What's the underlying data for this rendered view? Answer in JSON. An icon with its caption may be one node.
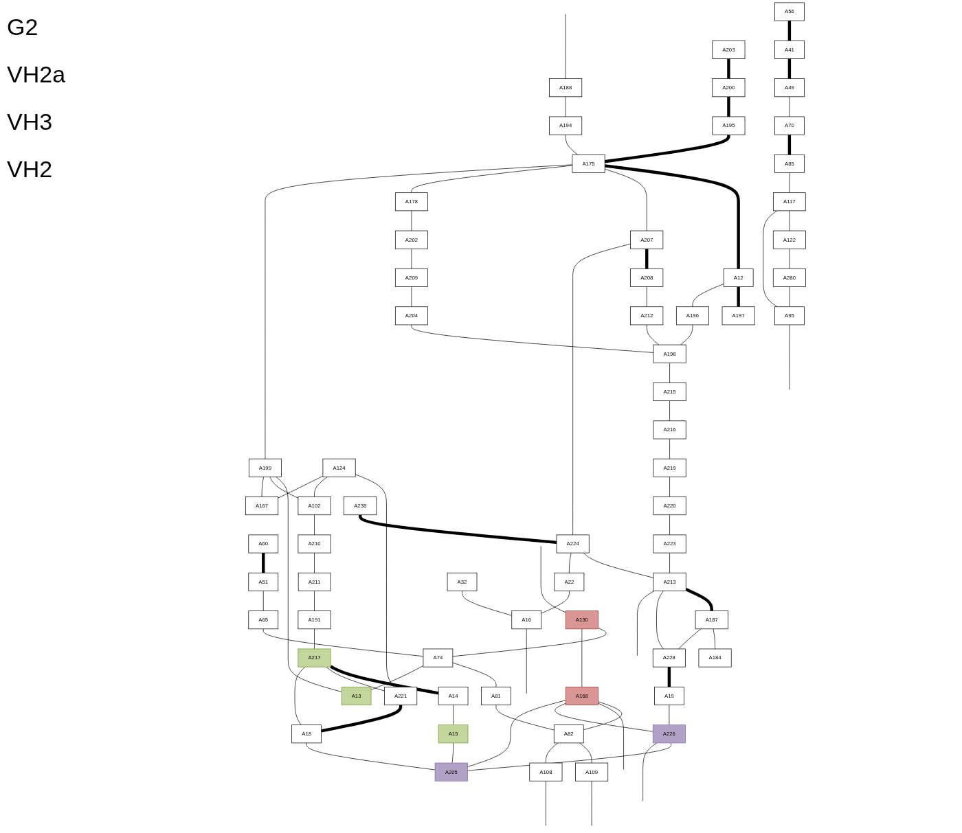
{
  "diagram": {
    "nodes": [
      {
        "text": [
          "A56"
        ]
      },
      {
        "text": [
          "A41"
        ]
      },
      {
        "text": [
          "A49"
        ]
      },
      {
        "text": [
          "A60"
        ]
      },
      {
        "text": [
          "A51"
        ]
      },
      {
        "text": [
          "A70"
        ]
      },
      {
        "text": [
          "A85"
        ]
      },
      {
        "text": [
          "A117"
        ]
      },
      {
        "text": [
          "A122"
        ]
      },
      {
        "text": [
          "A280"
        ]
      },
      {
        "text": [
          "A95"
        ]
      },
      {
        "text": [
          "A65"
        ]
      },
      {
        "text": [
          "A130"
        ]
      },
      {
        "text": [
          "A74"
        ]
      },
      {
        "text": [
          "A168"
        ]
      },
      {
        "text": [
          "A81"
        ]
      },
      {
        "text": [
          "A82"
        ]
      },
      {
        "text": [
          "A109"
        ]
      },
      {
        "text": [
          "A108"
        ]
      },
      {
        "text": [
          "A188"
        ]
      },
      {
        "text": [
          "A194"
        ]
      },
      {
        "text": [
          "A203"
        ]
      },
      {
        "text": [
          "A200"
        ]
      },
      {
        "text": [
          "A195"
        ]
      },
      {
        "text": [
          "A175"
        ]
      },
      {
        "text": [
          "A12"
        ]
      },
      {
        "text": [
          "A197"
        ]
      },
      {
        "text": [
          "A178"
        ]
      },
      {
        "text": [
          "A199"
        ]
      },
      {
        "text": [
          "A13"
        ]
      },
      {
        "text": [
          "A124"
        ]
      },
      {
        "text": [
          "A202"
        ]
      },
      {
        "text": [
          "A209"
        ]
      },
      {
        "text": [
          "A196"
        ]
      },
      {
        "text": [
          "A207"
        ]
      },
      {
        "text": [
          "A208"
        ]
      },
      {
        "text": [
          "A212"
        ]
      },
      {
        "text": [
          "A204"
        ]
      },
      {
        "text": [
          "A102"
        ]
      },
      {
        "text": [
          "A167"
        ]
      },
      {
        "text": [
          "A210"
        ]
      },
      {
        "text": [
          "A198"
        ]
      },
      {
        "text": [
          "A215"
        ]
      },
      {
        "text": [
          "A216"
        ]
      },
      {
        "text": [
          "A211"
        ]
      },
      {
        "text": [
          "A219"
        ]
      },
      {
        "text": [
          "A191"
        ]
      },
      {
        "text": [
          "A217"
        ]
      },
      {
        "text": [
          "A14"
        ]
      },
      {
        "text": [
          "A220"
        ]
      },
      {
        "text": [
          "A15"
        ]
      },
      {
        "text": [
          "A223"
        ]
      },
      {
        "text": [
          "A221"
        ]
      },
      {
        "text": [
          "A18"
        ]
      },
      {
        "text": [
          "A235"
        ]
      },
      {
        "text": [
          "A224"
        ]
      },
      {
        "text": [
          "A213"
        ]
      },
      {
        "text": [
          "A187"
        ]
      },
      {
        "text": [
          "A184"
        ]
      },
      {
        "text": [
          "A22"
        ]
      },
      {
        "text": [
          "A32"
        ]
      },
      {
        "text": [
          "A16"
        ]
      },
      {
        "text": [
          "A228"
        ]
      },
      {
        "text": [
          "A19"
        ]
      },
      {
        "text": [
          "A226"
        ]
      },
      {
        "text": [
          "A205"
        ]
      }
    ],
    "edges": [
      {
        "from": 0,
        "to": 1,
        "arrow": "none",
        "style": "thick"
      },
      {
        "from": 1,
        "to": 2,
        "arrow": "none",
        "style": "thick"
      },
      {
        "from": 3,
        "to": 4,
        "arrow": "none",
        "style": "thick"
      },
      {
        "from": 2,
        "to": 5,
        "arrow": "none"
      },
      {
        "from": 5,
        "to": 6,
        "arrow": "none",
        "style": "thick"
      },
      {
        "from": 6,
        "to": 7,
        "arrow": "none"
      },
      {
        "from": 7,
        "to": 8,
        "arrow": "none"
      },
      {
        "from": 8,
        "to": 9,
        "arrow": "none"
      },
      {
        "from": 7,
        "to": 10,
        "arrow": "none"
      },
      {
        "from": 9,
        "to": 10,
        "arrow": "none"
      },
      {
        "from": 4,
        "to": 11,
        "arrow": "none"
      },
      {
        "from": null,
        "to": 12,
        "arrow": "none"
      },
      {
        "from": 11,
        "to": 13,
        "arrow": "none"
      },
      {
        "from": 12,
        "to": 13,
        "arrow": "none"
      },
      {
        "from": 12,
        "to": 14,
        "arrow": "none"
      },
      {
        "from": 13,
        "to": 15,
        "arrow": "none"
      },
      {
        "from": 15,
        "to": 16,
        "arrow": "none"
      },
      {
        "from": 16,
        "to": 17,
        "arrow": "none"
      },
      {
        "from": 16,
        "to": 18,
        "arrow": "none"
      },
      {
        "from": 14,
        "to": 16,
        "arrow": "none"
      },
      {
        "from": 10,
        "to": null,
        "arrow": "none"
      },
      {
        "from": 17,
        "to": null,
        "arrow": "none"
      },
      {
        "from": 18,
        "to": null,
        "arrow": "none"
      },
      {
        "from": 14,
        "to": null,
        "arrow": "none"
      },
      {
        "from": 13,
        "to": 29,
        "arrow": "none"
      },
      {
        "from": 14,
        "to": 64,
        "arrow": "none"
      },
      {
        "from": 14,
        "to": 65,
        "arrow": "none"
      },
      {
        "from": null,
        "to": 19,
        "arrow": "none"
      },
      {
        "from": 19,
        "to": 20,
        "arrow": "none"
      },
      {
        "from": 20,
        "to": 24,
        "arrow": "none"
      },
      {
        "from": 21,
        "to": 22,
        "arrow": "none",
        "style": "thick"
      },
      {
        "from": 22,
        "to": 23,
        "arrow": "none",
        "style": "thick"
      },
      {
        "from": 23,
        "to": 24,
        "arrow": "none",
        "style": "thick"
      },
      {
        "from": 24,
        "to": 25,
        "arrow": "none",
        "style": "thick"
      },
      {
        "from": 25,
        "to": 26,
        "arrow": "none",
        "style": "thick"
      },
      {
        "from": 24,
        "to": 34,
        "arrow": "none"
      },
      {
        "from": 24,
        "to": 27,
        "arrow": "none"
      },
      {
        "from": 24,
        "to": 28,
        "arrow": "none"
      },
      {
        "from": 25,
        "to": 33,
        "arrow": "none"
      },
      {
        "from": 28,
        "to": 29,
        "arrow": "none"
      },
      {
        "from": 30,
        "to": 52,
        "arrow": "none"
      },
      {
        "from": 28,
        "to": 38,
        "arrow": "none"
      },
      {
        "from": 28,
        "to": 39,
        "arrow": "none"
      },
      {
        "from": 30,
        "to": 38,
        "arrow": "none"
      },
      {
        "from": 30,
        "to": 39,
        "arrow": "none"
      },
      {
        "from": 27,
        "to": 31,
        "arrow": "none"
      },
      {
        "from": 31,
        "to": 32,
        "arrow": "none"
      },
      {
        "from": 32,
        "to": 37,
        "arrow": "none"
      },
      {
        "from": 34,
        "to": 35,
        "arrow": "none",
        "style": "thick"
      },
      {
        "from": 35,
        "to": 36,
        "arrow": "none"
      },
      {
        "from": 36,
        "to": 41,
        "arrow": "none"
      },
      {
        "from": 37,
        "to": 41,
        "arrow": "none"
      },
      {
        "from": 33,
        "to": 41,
        "arrow": "none"
      },
      {
        "from": 41,
        "to": 42,
        "arrow": "none"
      },
      {
        "from": 42,
        "to": 43,
        "arrow": "none"
      },
      {
        "from": 43,
        "to": 45,
        "arrow": "none"
      },
      {
        "from": 45,
        "to": 49,
        "arrow": "none"
      },
      {
        "from": 49,
        "to": 51,
        "arrow": "none"
      },
      {
        "from": 51,
        "to": 56,
        "arrow": "none"
      },
      {
        "from": 38,
        "to": 40,
        "arrow": "none"
      },
      {
        "from": 40,
        "to": 44,
        "arrow": "none"
      },
      {
        "from": 44,
        "to": 46,
        "arrow": "none"
      },
      {
        "from": 46,
        "to": 47,
        "arrow": "none"
      },
      {
        "from": 47,
        "to": 48,
        "arrow": "none",
        "style": "thick"
      },
      {
        "from": 48,
        "to": 50,
        "arrow": "none"
      },
      {
        "from": 47,
        "to": 52,
        "arrow": "none"
      },
      {
        "from": 47,
        "to": 53,
        "arrow": "none"
      },
      {
        "from": 52,
        "to": 53,
        "arrow": "none",
        "style": "thick"
      },
      {
        "from": 50,
        "to": 65,
        "arrow": "none"
      },
      {
        "from": 53,
        "to": 65,
        "arrow": "none"
      },
      {
        "from": 34,
        "to": 55,
        "arrow": "none"
      },
      {
        "from": 54,
        "to": 55,
        "arrow": "none",
        "style": "thick"
      },
      {
        "from": 55,
        "to": 56,
        "arrow": "none"
      },
      {
        "from": 56,
        "to": 57,
        "arrow": "none",
        "style": "thick"
      },
      {
        "from": 57,
        "to": 58,
        "arrow": "none"
      },
      {
        "from": 55,
        "to": 59,
        "arrow": "none"
      },
      {
        "from": 59,
        "to": 61,
        "arrow": "none"
      },
      {
        "from": 60,
        "to": 61,
        "arrow": "none"
      },
      {
        "from": 61,
        "to": null,
        "arrow": "none"
      },
      {
        "from": 56,
        "to": 62,
        "arrow": "none"
      },
      {
        "from": 57,
        "to": 62,
        "arrow": "none"
      },
      {
        "from": 56,
        "to": null,
        "arrow": "none"
      },
      {
        "from": 62,
        "to": 63,
        "arrow": "none",
        "style": "thick"
      },
      {
        "from": 63,
        "to": 64,
        "arrow": "none"
      },
      {
        "from": 64,
        "to": 65,
        "arrow": "none"
      },
      {
        "from": 64,
        "to": null,
        "arrow": "none"
      }
    ],
    "labels": [
      "G2",
      "VH2a",
      "VH3",
      "VH2"
    ]
  }
}
